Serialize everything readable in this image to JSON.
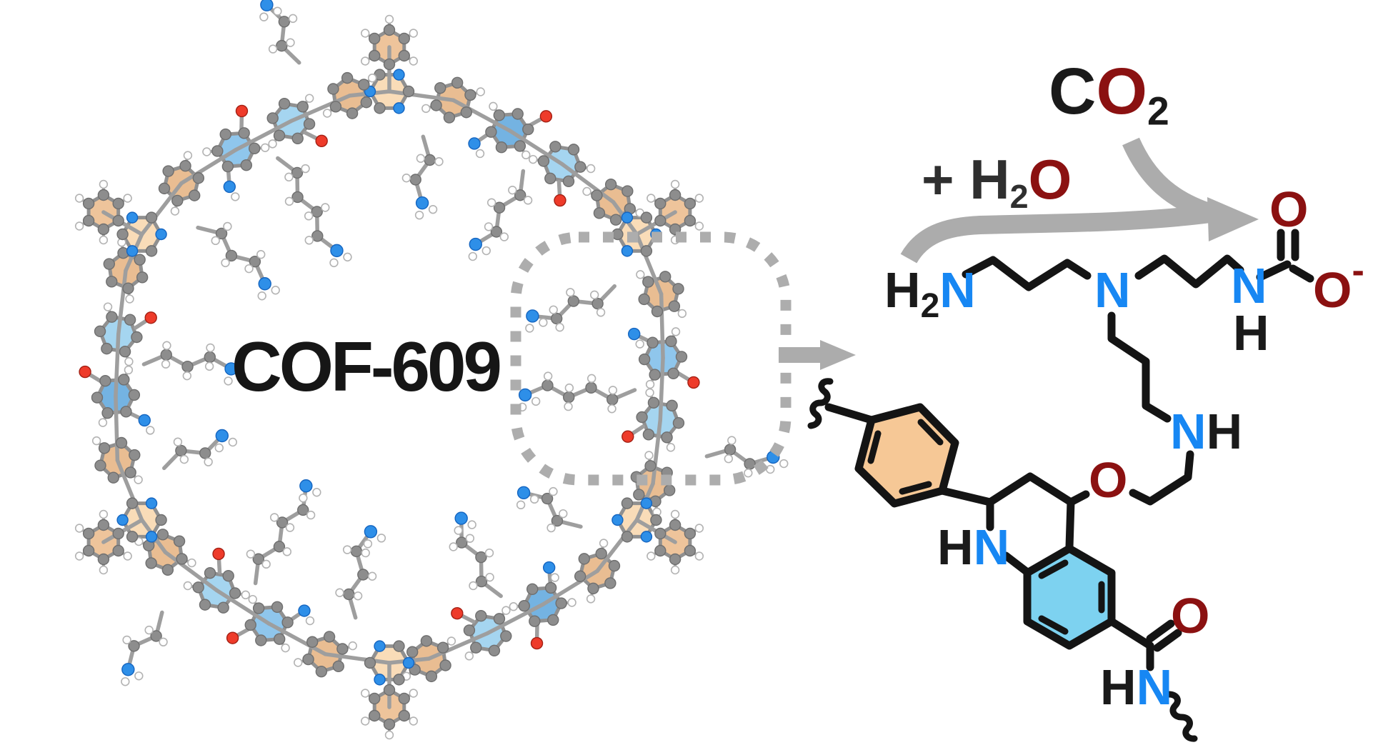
{
  "figure": {
    "title": "COF-609",
    "co2": {
      "c": "C",
      "o": "O",
      "sub": "2"
    },
    "h2o": {
      "plus_h": "+ H",
      "sub": "2",
      "o": "O"
    },
    "scheme_labels": {
      "amine": {
        "h": "H",
        "sub": "2",
        "n": "N"
      },
      "central_n": "N",
      "carbamate_n": "N",
      "carbamate_h": "H",
      "carbamate_o_top": "O",
      "carbamate_o_side": "O",
      "carbamate_minus": "-",
      "secondary_n": "N",
      "secondary_h": "H",
      "ether_o": "O",
      "ring_h": "H",
      "ring_n": "N",
      "amide_o": "O",
      "amide_h": "H",
      "amide_n": "N"
    },
    "colors": {
      "nitrogen_blue": "#1787f3",
      "oxygen_dark_red": "#8b1111",
      "bond_black": "#141414",
      "arrow_gray": "#acacac",
      "ring_orange_fill": "#f6c896",
      "ring_blue_fill": "#7dd2f0",
      "model_triazine_fill": "#f9dcb8",
      "model_phenylene_fill": "#e9bd92",
      "model_blue_ring_fill": "#86c2ea"
    }
  }
}
